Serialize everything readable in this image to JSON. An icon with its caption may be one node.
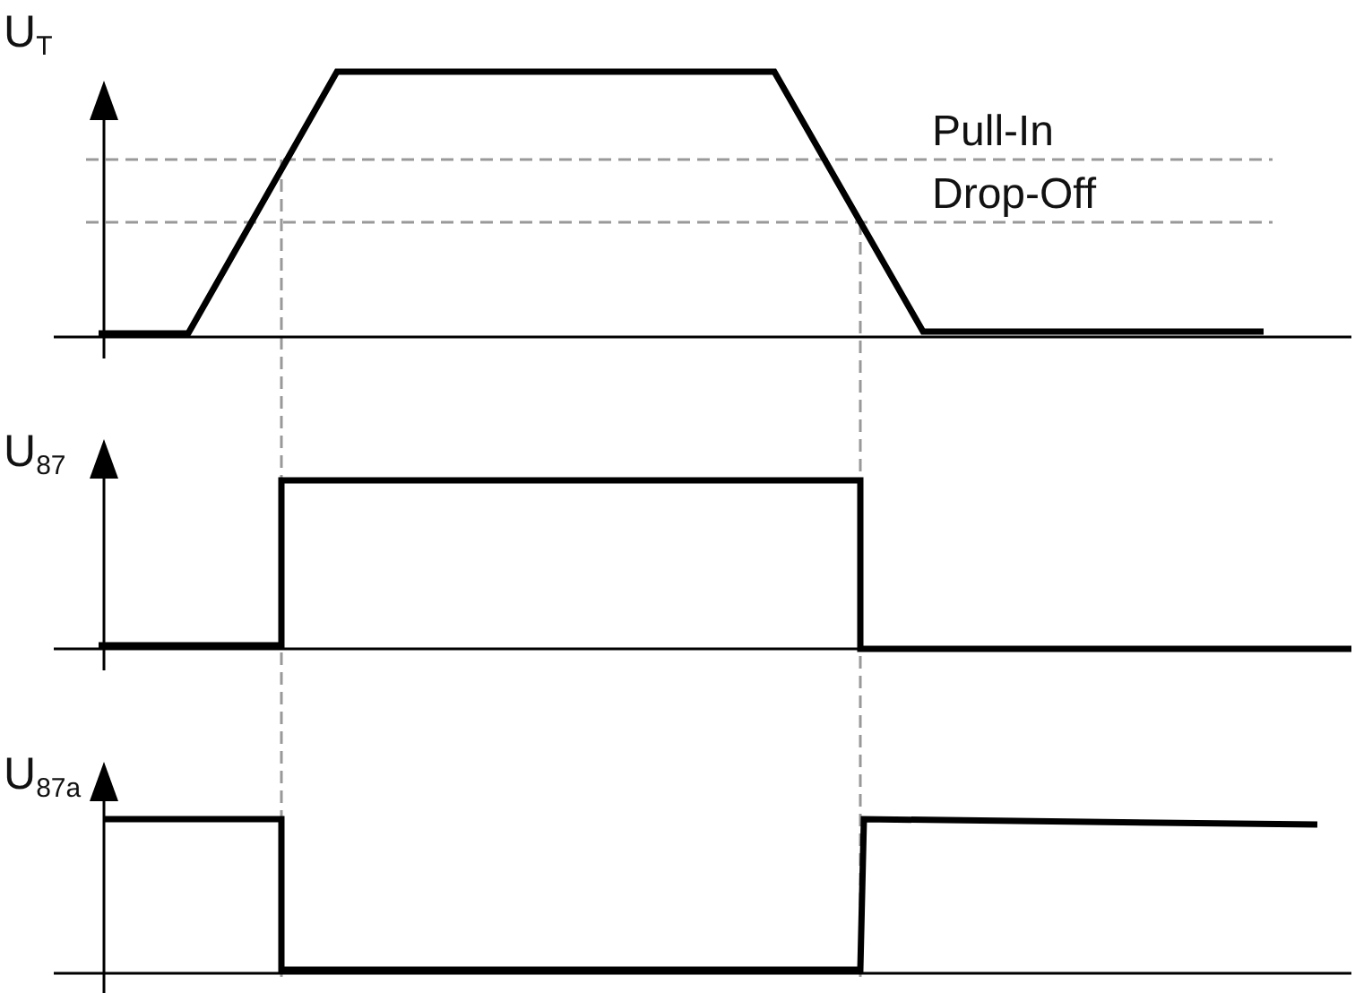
{
  "diagram": {
    "labels": [
      "U$_{T}$",
      "Pull-In",
      "Drop-Off",
      "U$_{87}$",
      "U$_{87a}$"
    ]
  }
}
